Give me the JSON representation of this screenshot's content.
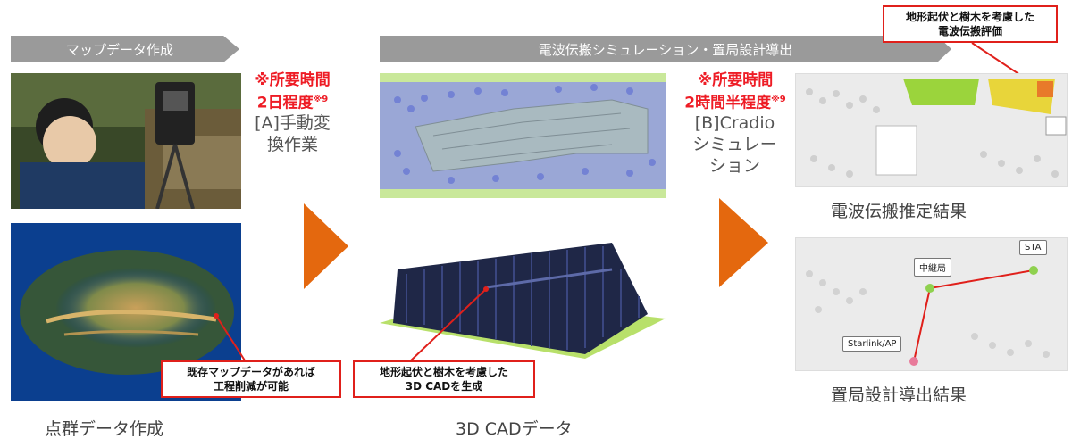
{
  "banners": {
    "map_creation": "マップデータ作成",
    "simulation": "電波伝搬シミュレーション・置局設計導出"
  },
  "top_callout": {
    "line1": "地形起伏と樹木を考慮した",
    "line2": "電波伝搬評価"
  },
  "step_a": {
    "time_line1": "※所要時間",
    "time_line2": "2日程度",
    "time_note": "※9",
    "label_line1": "[A]手動変",
    "label_line2": "換作業"
  },
  "step_b": {
    "time_line1": "※所要時間",
    "time_line2": "2時間半程度",
    "time_note": "※9",
    "label_line1": "[B]Cradio",
    "label_line2": "シミュレー",
    "label_line3": "ション"
  },
  "captions": {
    "point_cloud": "点群データ作成",
    "cad": "3D CADデータ",
    "propagation_result": "電波伝搬推定結果",
    "placement_result": "置局設計導出結果"
  },
  "callouts": {
    "existing_map_line1": "既存マップデータがあれば",
    "existing_map_line2": "工程削減が可能",
    "cad_gen_line1": "地形起伏と樹木を考慮した",
    "cad_gen_line2": "3D CADを生成"
  },
  "placement_nodes": {
    "sta": "STA",
    "relay": "中継局",
    "starlink": "Starlink/AP"
  },
  "colors": {
    "banner": "#9a9a9a",
    "arrow": "#e4680e",
    "red": "#ee1c25"
  }
}
